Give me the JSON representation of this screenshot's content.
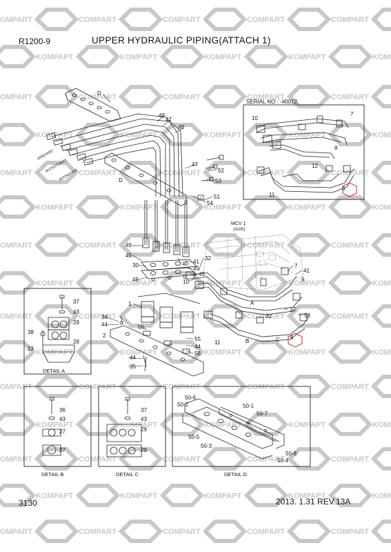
{
  "header": {
    "model": "R1200-9",
    "title": "UPPER HYDRAULIC PIPING(ATTACH 1)"
  },
  "footer": {
    "page_number": "3130",
    "revision": "2013. 1.31  REV.13A"
  },
  "watermark": {
    "text_a": "KOMPAPT",
    "text_b": "COMPART"
  },
  "serial_box": {
    "label": "SERIAL NO : -#0012",
    "callouts": [
      "10",
      "7",
      "8",
      "12",
      "6",
      "11"
    ]
  },
  "mcv": {
    "label": "MCV 1",
    "sub": "(4100)"
  },
  "hose_labels": [
    "ARM(3400)",
    "BUCKET(3420)",
    "BOOM(3400)"
  ],
  "callouts": [
    "D",
    "48",
    "47",
    "48",
    "47",
    "52",
    "53",
    "51",
    "54",
    "D",
    "49",
    "45",
    "30",
    "46",
    "45",
    "41",
    "45",
    "40",
    "10",
    "32",
    "7",
    "41",
    "9",
    "A",
    "32",
    "58",
    "6",
    "C",
    "32",
    "B",
    "11",
    "1",
    "34",
    "44",
    "56",
    "55",
    "44",
    "56",
    "2",
    "44",
    "35"
  ],
  "details": [
    {
      "name": "DETAIL A",
      "parts": [
        "37",
        "43",
        "28",
        "38",
        "28",
        "23"
      ]
    },
    {
      "name": "DETAIL B",
      "parts": [
        "36",
        "43",
        "27",
        "27"
      ]
    },
    {
      "name": "DETAIL C",
      "parts": [
        "37",
        "43",
        "29",
        "29"
      ]
    },
    {
      "name": "DETAIL D",
      "parts": [
        "50-6",
        "50-2",
        "50-1",
        "50-7",
        "50-5",
        "50-3",
        "50-8",
        "50-4"
      ]
    }
  ],
  "colors": {
    "line": "#222222",
    "highlight": "#d42020",
    "watermark": "#c8c8c8"
  }
}
